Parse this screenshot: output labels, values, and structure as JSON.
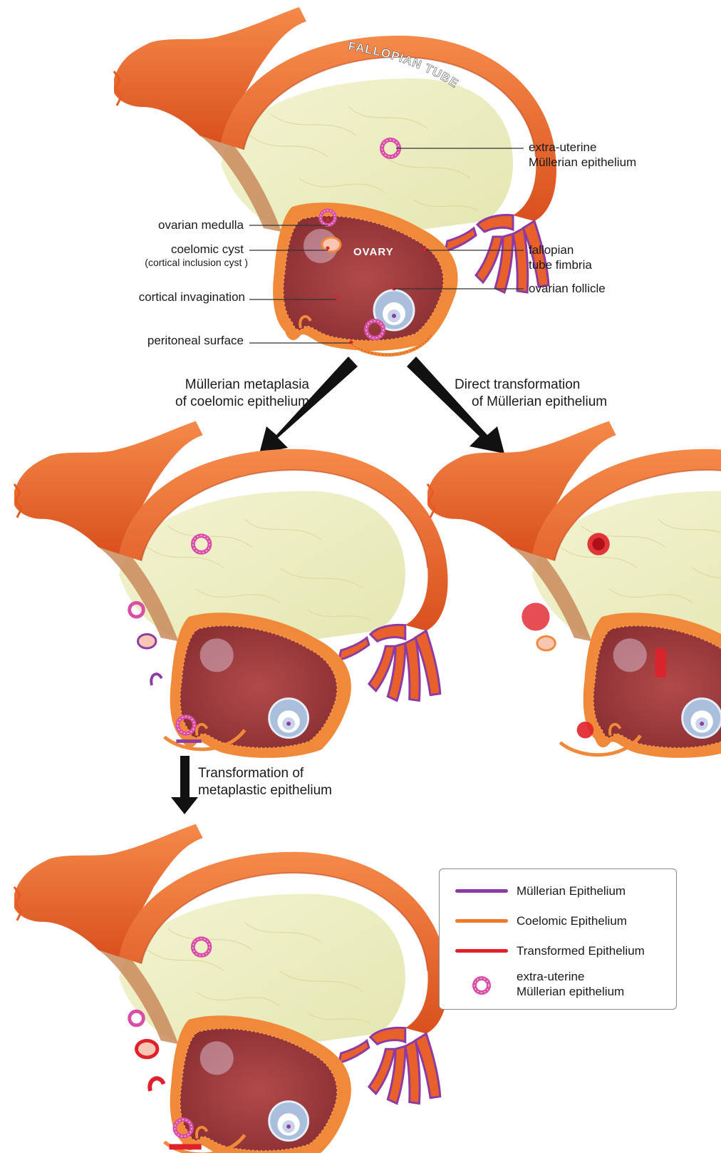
{
  "diagram": {
    "tube_label": "FALLOPIAN TUBE",
    "ovary_label": "OVARY",
    "labels": {
      "extra_uterine": [
        "extra-uterine",
        "Müllerian epithelium"
      ],
      "ovarian_medulla": "ovarian medulla",
      "coelomic_cyst": "coelomic cyst",
      "coelomic_cyst_note": "(cortical inclusion cyst )",
      "cortical_invagination": "cortical invagination",
      "fimbria": [
        "fallopian",
        "tube fimbria"
      ],
      "ovarian_follicle": "ovarian follicle",
      "peritoneal_surface": "peritoneal surface"
    },
    "pathways": {
      "metaplasia": [
        "Müllerian metaplasia",
        "of coelomic epithelium"
      ],
      "direct": [
        "Direct transformation",
        "of Müllerian epithelium"
      ],
      "transformation": [
        "Transformation of",
        "metaplastic epithelium"
      ]
    },
    "legend": [
      {
        "label": "Müllerian Epithelium",
        "color": "#8e3aa3",
        "kind": "line"
      },
      {
        "label": "Coelomic Epithelium",
        "color": "#f07a2a",
        "kind": "line"
      },
      {
        "label": "Transformed Epithelium",
        "color": "#e0202a",
        "kind": "line"
      },
      {
        "label": [
          "extra-uterine",
          "Müllerian epithelium"
        ],
        "color": "#d94fa8",
        "kind": "ring"
      }
    ],
    "colors": {
      "tube": "#ee6a2a",
      "tube_dark": "#c8431a",
      "ovary": "#9a3a3a",
      "ovary_rim": "#f08a3a",
      "stroma": "#eef0c4",
      "mullerian": "#8e3aa3",
      "ring": "#d94fa8",
      "transformed": "#e0202a",
      "follicle": "#a9bfdc"
    }
  }
}
